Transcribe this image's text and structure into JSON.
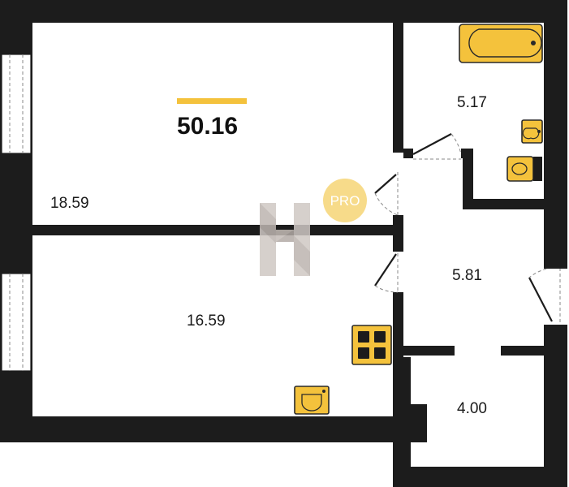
{
  "plan": {
    "total_area": "50.16",
    "badge": "PRO",
    "rooms": [
      {
        "id": "room-1",
        "area": "18.59"
      },
      {
        "id": "room-2",
        "area": "16.59"
      },
      {
        "id": "bathroom",
        "area": "5.17"
      },
      {
        "id": "hallway",
        "area": "5.81"
      },
      {
        "id": "storage",
        "area": "4.00"
      }
    ],
    "colors": {
      "walls": "#1c1c1c",
      "accent": "#f4c23c",
      "badge": "#f7db8a",
      "watermark": "#c9c2bd"
    }
  }
}
